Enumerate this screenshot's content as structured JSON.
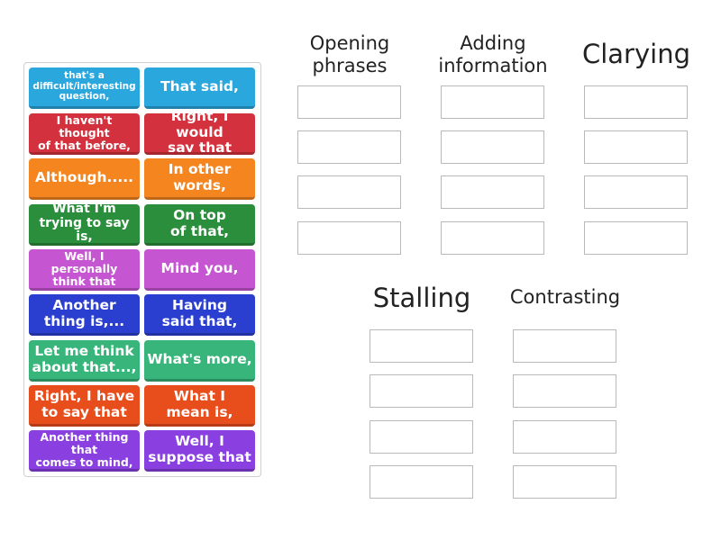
{
  "tiles": [
    {
      "text": "that's a\ndifficult/interesting\nquestion,",
      "color": "#2aa7dd"
    },
    {
      "text": "That said,",
      "color": "#2aa7dd"
    },
    {
      "text": "I haven't thought\nof that before,",
      "color": "#d3313d"
    },
    {
      "text": "Right, I would\nsay that",
      "color": "#d3313d"
    },
    {
      "text": "Although.....",
      "color": "#f5851f"
    },
    {
      "text": "In other\nwords,",
      "color": "#f5851f"
    },
    {
      "text": "What I'm\ntrying to say is,",
      "color": "#2b8e3c"
    },
    {
      "text": "On top\nof that,",
      "color": "#2b8e3c"
    },
    {
      "text": "Well, I personally\nthink that",
      "color": "#c555d1"
    },
    {
      "text": "Mind you,",
      "color": "#c555d1"
    },
    {
      "text": "Another\nthing is,...",
      "color": "#2a3fd0"
    },
    {
      "text": "Having\nsaid that,",
      "color": "#2a3fd0"
    },
    {
      "text": "Let me think\nabout that...,",
      "color": "#38b57a"
    },
    {
      "text": "What's more,",
      "color": "#38b57a"
    },
    {
      "text": "Right, I have\nto say that",
      "color": "#e84d1c"
    },
    {
      "text": "What I\nmean is,",
      "color": "#e84d1c"
    },
    {
      "text": "Another thing that\ncomes to mind,",
      "color": "#8a3fe0"
    },
    {
      "text": "Well, I\nsuppose that",
      "color": "#8a3fe0"
    }
  ],
  "columns": {
    "opening": "Opening\nphrases",
    "adding": "Adding\ninformation",
    "clarying": "Clarying",
    "stalling": "Stalling",
    "contrasting": "Contrasting"
  }
}
